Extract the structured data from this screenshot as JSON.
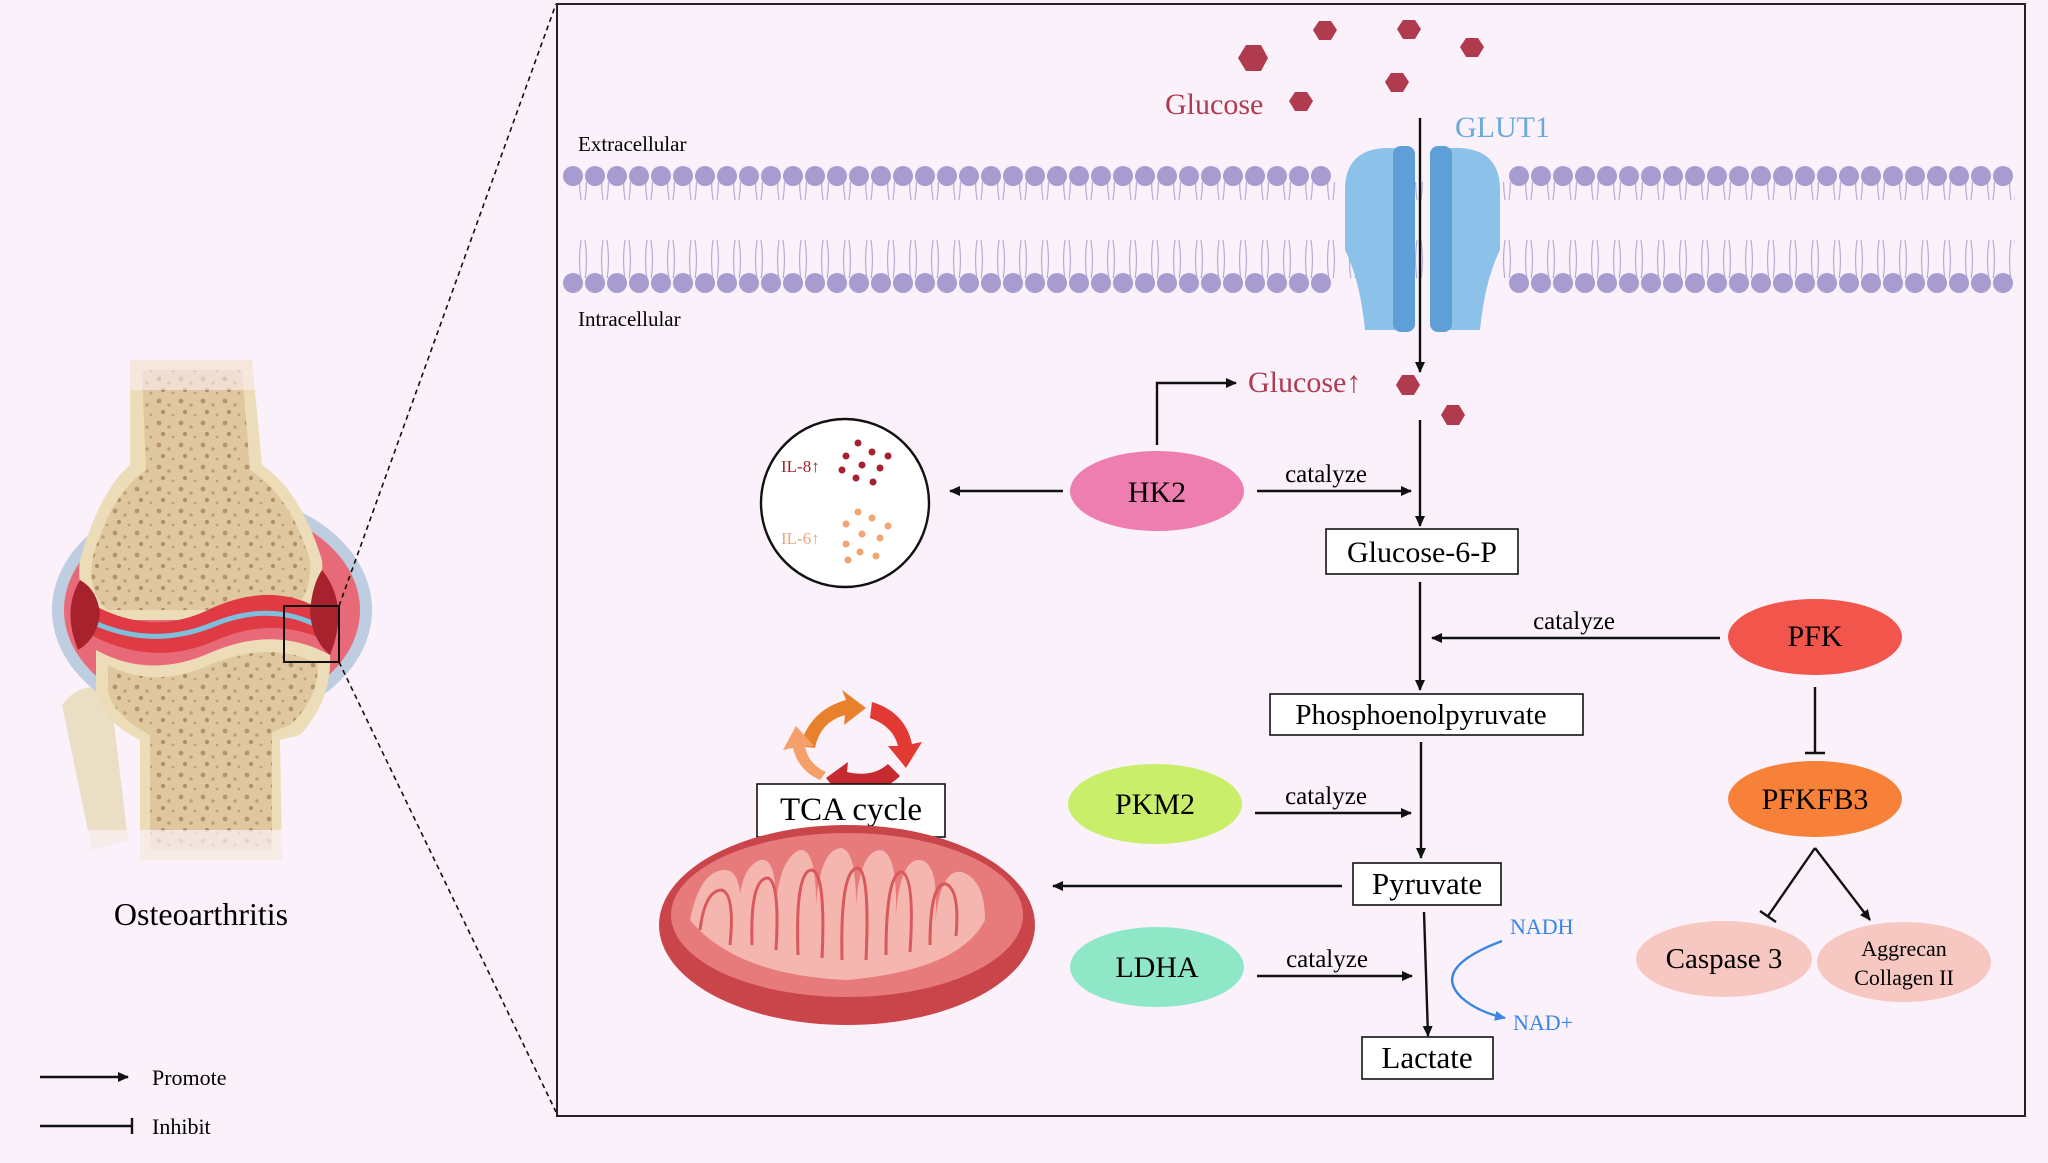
{
  "left_panel": {
    "title": "Osteoarthritis"
  },
  "legend": {
    "promote": "Promote",
    "inhibit": "Inhibit"
  },
  "membrane": {
    "extracellular": "Extracellular",
    "intracellular": "Intracellular",
    "transporter": "GLUT1"
  },
  "molecules": {
    "glucose_out": "Glucose",
    "glucose_in": "Glucose↑",
    "glucose_6p": "Glucose-6-P",
    "pep": "Phosphoenolpyruvate",
    "pyruvate": "Pyruvate",
    "lactate": "Lactate",
    "tca": "TCA cycle",
    "nadh": "NADH",
    "nad": "NAD+"
  },
  "enzymes": {
    "hk2": "HK2",
    "pfk": "PFK",
    "pkm2": "PKM2",
    "ldha": "LDHA",
    "pfkfb3": "PFKFB3",
    "caspase3": "Caspase 3",
    "aggrecan_line1": "Aggrecan",
    "aggrecan_line2": "Collagen II"
  },
  "cytokines": {
    "il8": "IL-8↑",
    "il6": "IL-6↑"
  },
  "edge_labels": {
    "hk2_catalyze": "catalyze",
    "pfk_catalyze": "catalyze",
    "pkm2_catalyze": "catalyze",
    "ldha_catalyze": "catalyze"
  },
  "colors": {
    "glucose": "#b03a4e",
    "glut1": "#6aa9dc",
    "hk2": "#ee7eb0",
    "pfk": "#f2554c",
    "pkm2": "#c8ee6a",
    "ldha": "#8ee8c8",
    "pfkfb3": "#f8813a",
    "caspase3": "#f7c8c2",
    "aggrecan": "#f7c8c2",
    "nad_arrow": "#3a86e6",
    "membrane": "#a79ccf"
  }
}
